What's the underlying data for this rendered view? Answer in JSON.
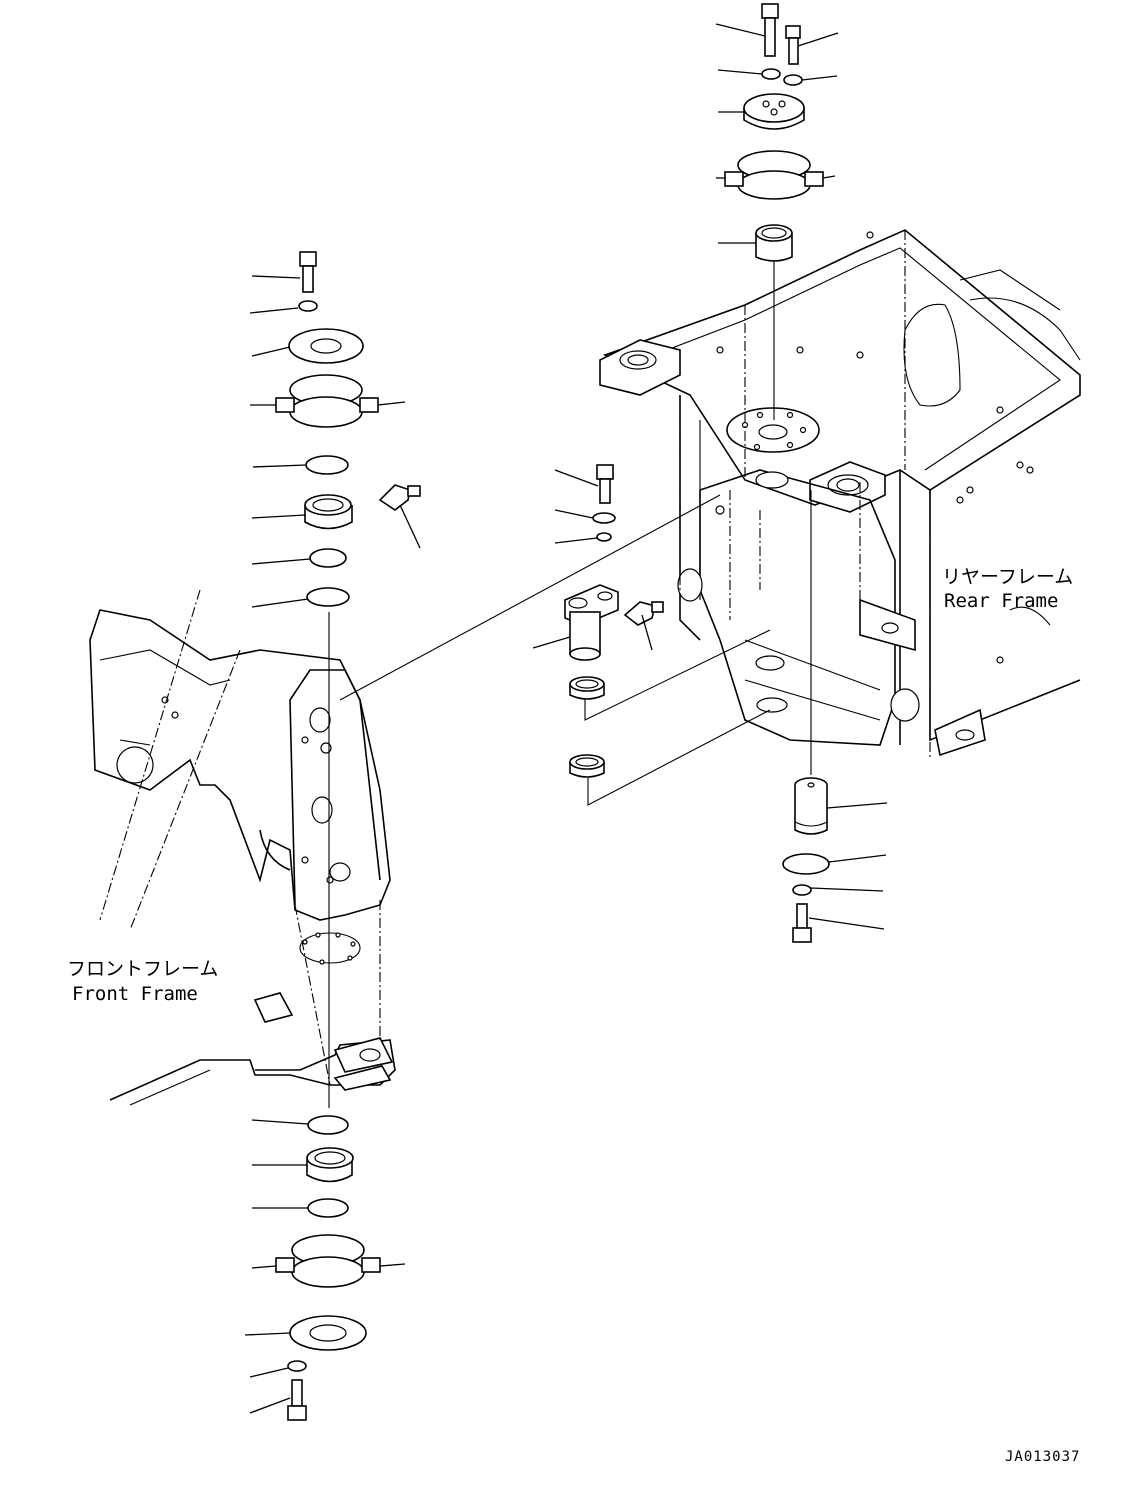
{
  "labels": {
    "front_frame_jp": "フロントフレーム",
    "front_frame_en": "Front Frame",
    "rear_frame_jp": "リヤーフレーム",
    "rear_frame_en": "Rear Frame"
  },
  "drawing_code": "JA013037",
  "colors": {
    "line": "#000000",
    "background": "#ffffff"
  }
}
